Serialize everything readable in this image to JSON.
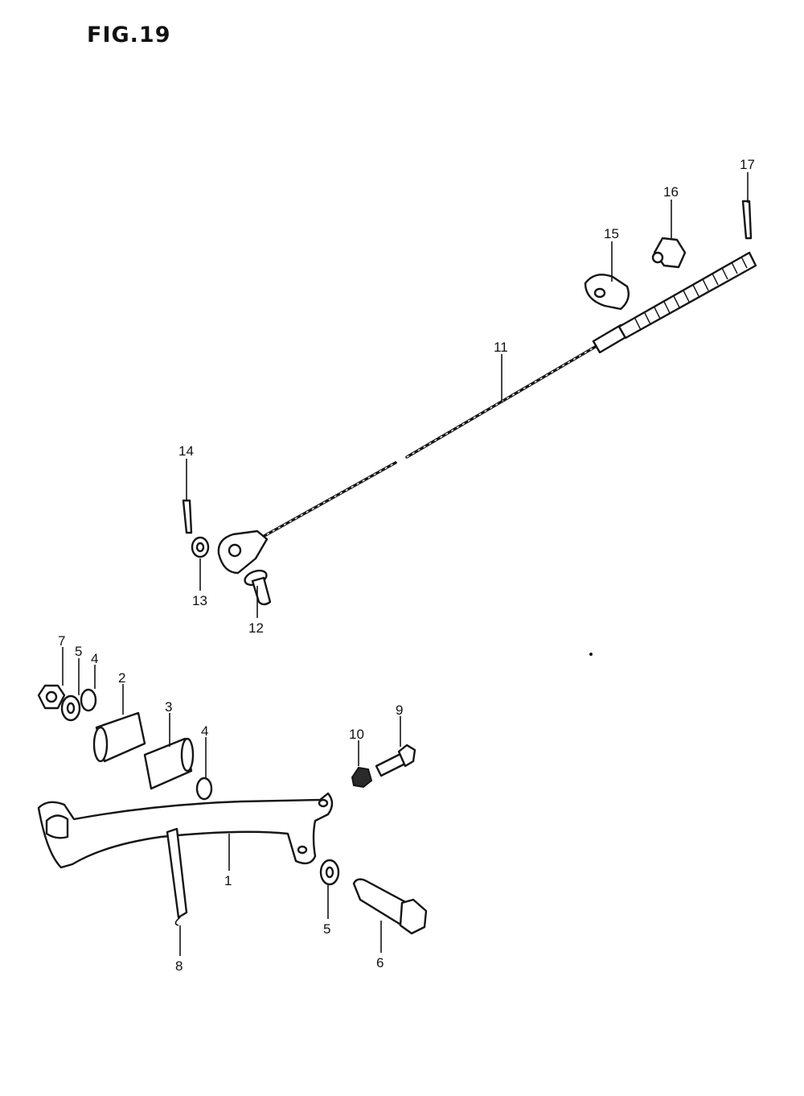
{
  "figure": {
    "title": "FIG.19"
  },
  "callouts": [
    {
      "id": "callout-1",
      "label": "1"
    },
    {
      "id": "callout-2",
      "label": "2"
    },
    {
      "id": "callout-3",
      "label": "3"
    },
    {
      "id": "callout-4-left",
      "label": "4"
    },
    {
      "id": "callout-4-right",
      "label": "4"
    },
    {
      "id": "callout-5-left",
      "label": "5"
    },
    {
      "id": "callout-5-right",
      "label": "5"
    },
    {
      "id": "callout-6",
      "label": "6"
    },
    {
      "id": "callout-7",
      "label": "7"
    },
    {
      "id": "callout-8",
      "label": "8"
    },
    {
      "id": "callout-9",
      "label": "9"
    },
    {
      "id": "callout-10",
      "label": "10"
    },
    {
      "id": "callout-11",
      "label": "11"
    },
    {
      "id": "callout-12",
      "label": "12"
    },
    {
      "id": "callout-13",
      "label": "13"
    },
    {
      "id": "callout-14",
      "label": "14"
    },
    {
      "id": "callout-15",
      "label": "15"
    },
    {
      "id": "callout-16",
      "label": "16"
    },
    {
      "id": "callout-17",
      "label": "17"
    }
  ]
}
